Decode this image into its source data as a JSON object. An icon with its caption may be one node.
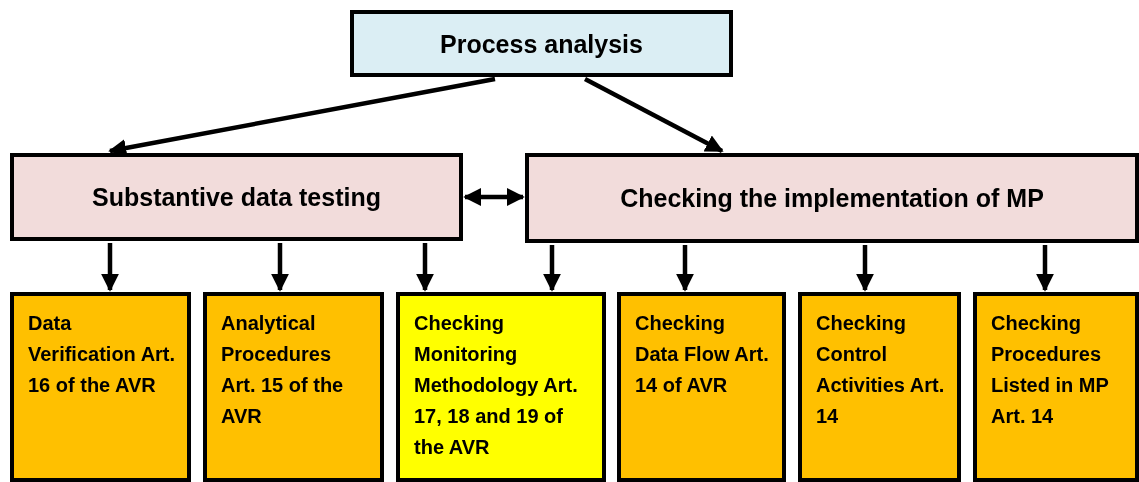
{
  "diagram": {
    "nodes": [
      {
        "text": [
          "Process analysis"
        ]
      },
      {
        "text": [
          "Substantive data testing"
        ]
      },
      {
        "text": [
          "Checking the implementation of MP"
        ]
      },
      {
        "text": [
          "Data Verification Art. 16 of the AVR"
        ]
      },
      {
        "text": [
          "Analytical Procedures Art. 15 of the AVR"
        ]
      },
      {
        "text": [
          "Checking Monitoring Methodology Art. 17, 18 and 19 of the AVR"
        ]
      },
      {
        "text": [
          "Checking Data Flow Art. 14 of AVR"
        ]
      },
      {
        "text": [
          "Checking Control Activities Art. 14"
        ]
      },
      {
        "text": [
          "Checking Procedures Listed in MP Art. 14"
        ]
      }
    ],
    "edges": [
      {
        "from": 0,
        "to": 1,
        "arrow": "to"
      },
      {
        "from": 0,
        "to": 2,
        "arrow": "to"
      },
      {
        "from": 1,
        "to": 2,
        "arrow": "both"
      },
      {
        "from": 1,
        "to": 3,
        "arrow": "to"
      },
      {
        "from": 1,
        "to": 4,
        "arrow": "to"
      },
      {
        "from": 1,
        "to": 5,
        "arrow": "to"
      },
      {
        "from": 2,
        "to": 5,
        "arrow": "to"
      },
      {
        "from": 2,
        "to": 6,
        "arrow": "to"
      },
      {
        "from": 2,
        "to": 7,
        "arrow": "to"
      },
      {
        "from": 2,
        "to": 8,
        "arrow": "to"
      }
    ]
  }
}
